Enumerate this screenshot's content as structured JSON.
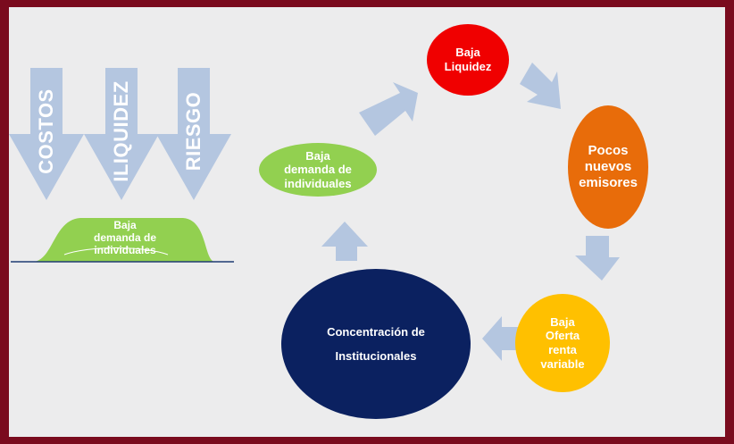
{
  "left": {
    "arrows": [
      "COSTOS",
      "ILIQUIDEZ",
      "RIESGO"
    ],
    "mound_label": "Baja\ndemanda de\nindividuales"
  },
  "cycle": {
    "baja_liquidez": "Baja\nLiquidez",
    "pocos_emisores": "Pocos\nnuevos\nemisores",
    "baja_oferta": "Baja\nOferta\nrenta\nvariable",
    "concentracion": "Concentración de\n\nInstitucionales",
    "baja_demanda": "Baja\ndemanda de\nindividuales"
  },
  "colors": {
    "frame": "#7a0b1e",
    "background": "#ececed",
    "arrow": "#b4c6e0",
    "red": "#f00000",
    "orange": "#e86c0a",
    "yellow": "#ffc000",
    "navy": "#0b2160",
    "green": "#92d050"
  }
}
